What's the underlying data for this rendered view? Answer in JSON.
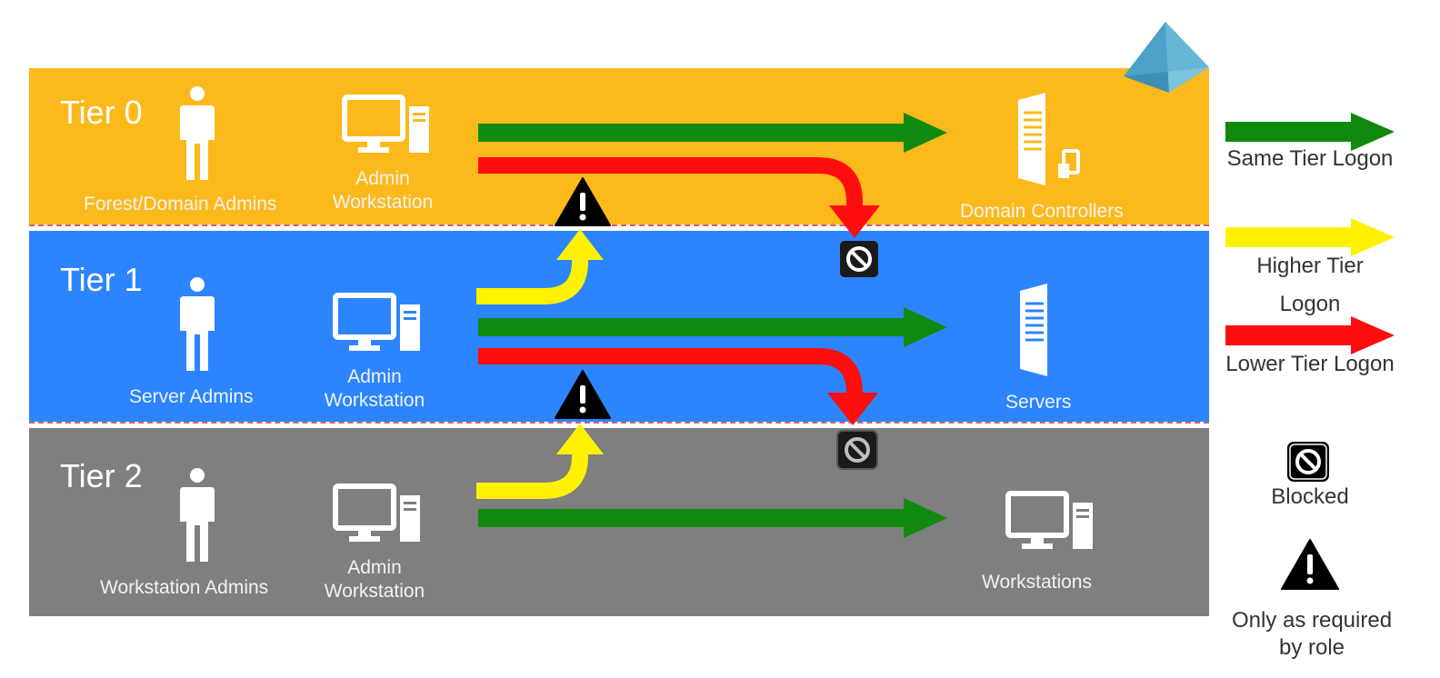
{
  "colors": {
    "tier0_band": "#FBB91C",
    "tier1_band": "#2C85FE",
    "tier2_band": "#7F7F7F",
    "same_tier": "#0F8A0F",
    "higher_tier": "#FFF200",
    "lower_tier": "#FF0D0D",
    "pyramid": "#4FA3C7"
  },
  "tiers": [
    {
      "label": "Tier 0",
      "admin_caption": "Forest/Domain Admins",
      "workstation_caption": "Admin Workstation",
      "target_caption": "Domain Controllers",
      "admin_icon": "person-icon",
      "workstation_icon": "admin-workstation-icon",
      "target_icon": "domain-controller-icon"
    },
    {
      "label": "Tier 1",
      "admin_caption": "Server Admins",
      "workstation_caption": "Admin Workstation",
      "target_caption": "Servers",
      "admin_icon": "person-icon",
      "workstation_icon": "admin-workstation-icon",
      "target_icon": "server-icon"
    },
    {
      "label": "Tier 2",
      "admin_caption": "Workstation Admins",
      "workstation_caption": "Admin Workstation",
      "target_caption": "Workstations",
      "admin_icon": "person-icon",
      "workstation_icon": "admin-workstation-icon",
      "target_icon": "workstation-icon"
    }
  ],
  "legend": {
    "same_tier": "Same Tier Logon",
    "higher_tier": "Higher Tier Logon",
    "lower_tier": "Lower Tier Logon",
    "blocked": "Blocked",
    "warning": "Only as required by role",
    "blocked_icon": "blocked-icon",
    "warning_icon": "warning-icon"
  }
}
